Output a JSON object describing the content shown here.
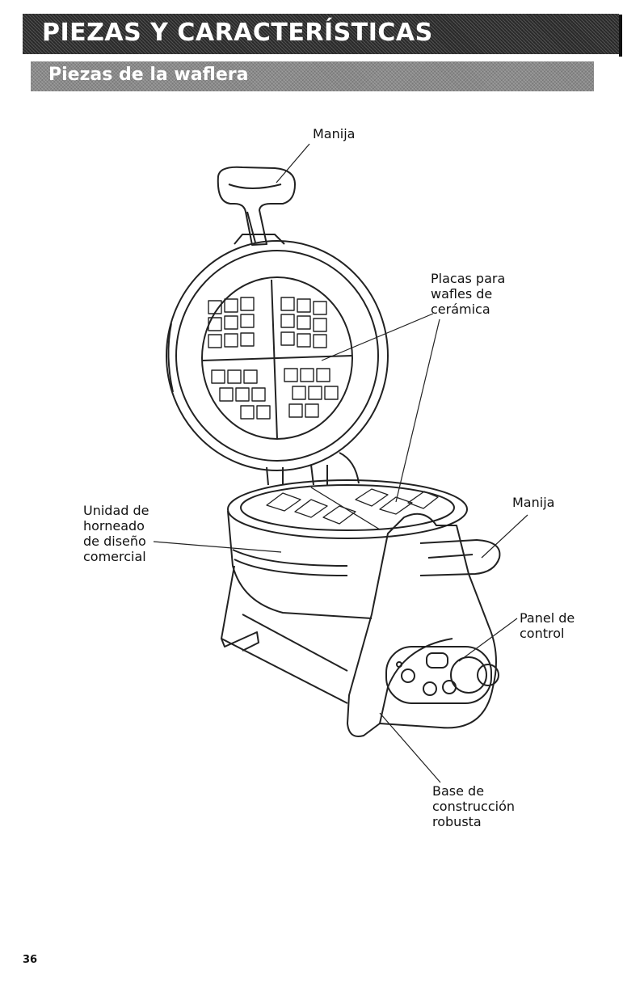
{
  "header": {
    "title": "PIEZAS Y CARACTERÍSTICAS",
    "subtitle": "Piezas de la waflera"
  },
  "callouts": {
    "handle_top": "Manija",
    "plates": "Placas para\nwafles de\ncerámica",
    "baking_unit": "Unidad de\nhorneado\nde diseño\ncomercial",
    "handle_right": "Manija",
    "control_panel": "Panel de\ncontrol",
    "base": "Base de\nconstrucción\nrobusta"
  },
  "page_number": "36"
}
